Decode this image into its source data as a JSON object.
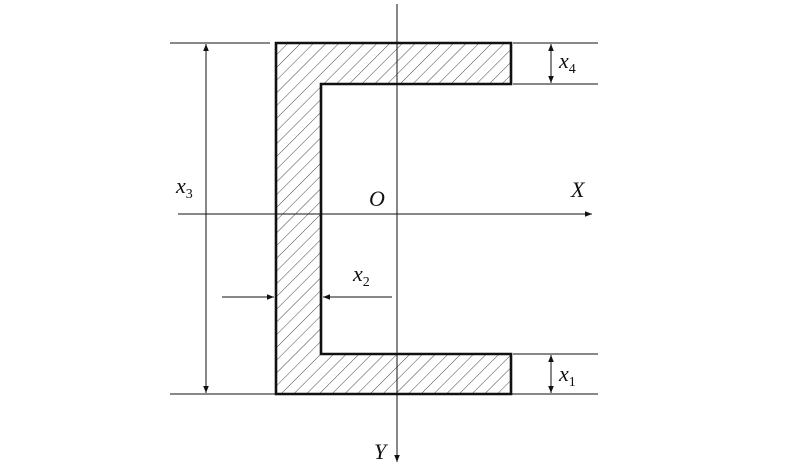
{
  "figure": {
    "origin_label": "O",
    "x_axis_label": "X",
    "y_axis_label": "Y",
    "dimensions": [
      {
        "symbol": "x",
        "subscript": "1"
      },
      {
        "symbol": "x",
        "subscript": "2"
      },
      {
        "symbol": "x",
        "subscript": "3"
      },
      {
        "symbol": "x",
        "subscript": "4"
      }
    ]
  }
}
